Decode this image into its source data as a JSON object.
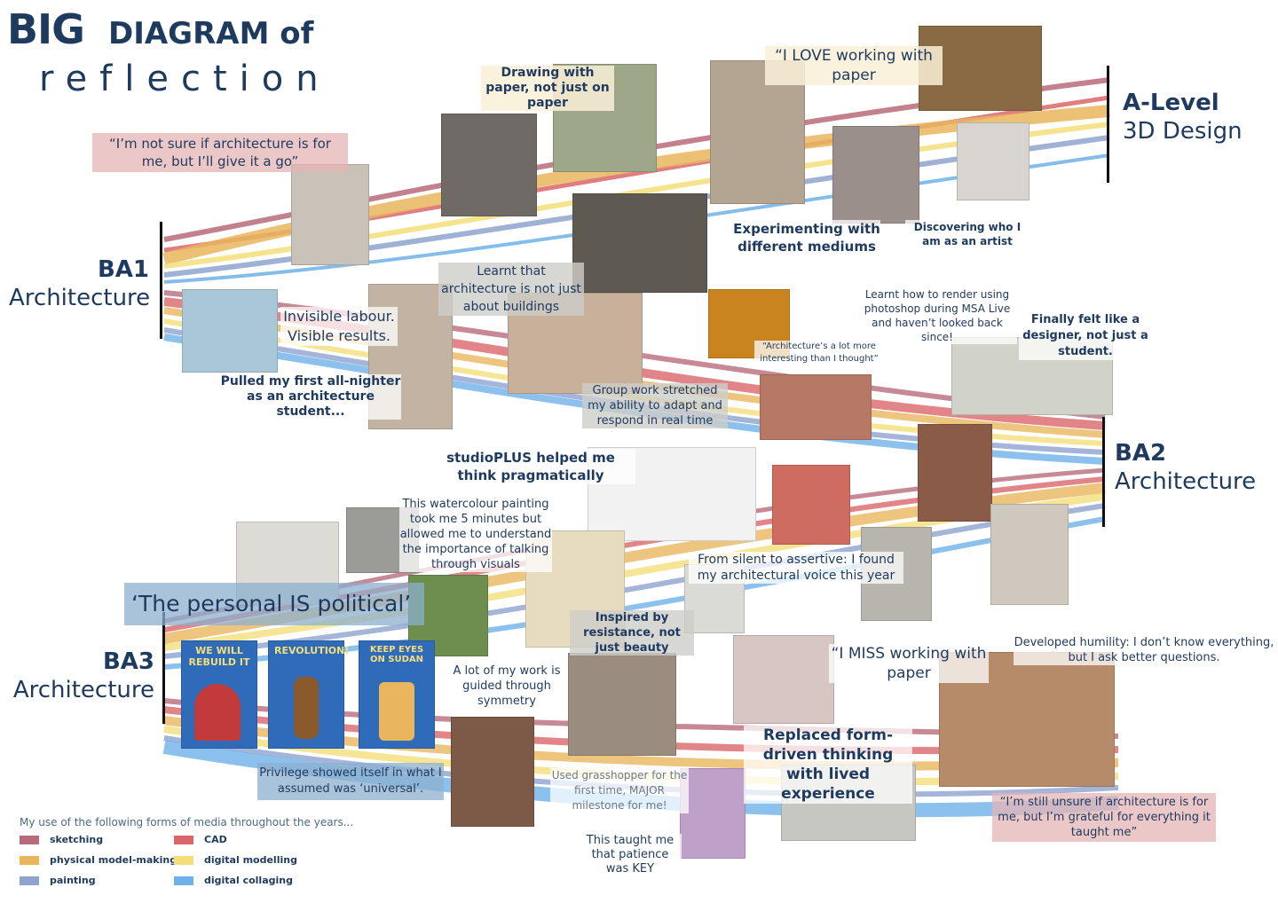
{
  "title": {
    "big": "BIG",
    "diagram": "DIAGRAM of",
    "reflection": "reflection"
  },
  "stages": {
    "alevel": {
      "line1": "A-Level",
      "line2": "3D Design"
    },
    "ba1": {
      "line1": "BA1",
      "line2": "Architecture"
    },
    "ba2": {
      "line1": "BA2",
      "line2": "Architecture"
    },
    "ba3": {
      "line1": "BA3",
      "line2": "Architecture"
    }
  },
  "notes": {
    "unsure_start": "“I’m not sure if architecture is for me, but I’ll give it a go”",
    "drawing_paper": "Drawing with paper, not just on paper",
    "love_paper": "“I LOVE working with paper",
    "experimenting": "Experimenting with different mediums",
    "discovering": "Discovering who I am as an artist",
    "not_just_buildings": "Learnt that architecture is not just about buildings",
    "invisible_labour": "Invisible labour. Visible results.",
    "all_nighter": "Pulled my first all-nighter as an architecture student...",
    "render_photoshop": "Learnt how to render using photoshop during MSA Live and haven’t looked back since!",
    "designer": "Finally felt like a designer, not just a student.",
    "arch_interesting": "“Architecture’s a lot more interesting than I thought”",
    "group_work": "Group work stretched my ability to adapt and respond in real time",
    "studioplus": "studioPLUS helped me think pragmatically",
    "watercolour": "This watercolour painting took me 5 minutes but allowed me to understand the importance of talking through visuals",
    "silent_assertive": "From silent to assertive: I found my architectural voice this year",
    "personal_political": "‘The personal IS political’",
    "inspired_resistance": "Inspired by resistance, not just beauty",
    "symmetry": "A lot of my work is guided through symmetry",
    "miss_paper": "“I MISS working with paper",
    "humility": "Developed humility: I don’t know everything, but I ask better questions.",
    "replaced_form": "Replaced form-driven thinking with lived experience",
    "privilege": "Privilege showed itself in what I assumed was ‘universal’.",
    "grasshopper": "Used grasshopper for the first time, MAJOR milestone for me!",
    "patience": "This taught me that patience was KEY",
    "unsure_end": "“I’m still unsure if architecture is for me, but I’m grateful for everything it taught me”"
  },
  "posters": {
    "p1_top": "WE WILL REBUILD IT",
    "p2_top": "REVOLUTION!",
    "p3_top": "KEEP EYES ON SUDAN"
  },
  "legend": {
    "title": "My use of the following forms of media throughout the years...",
    "items": [
      {
        "label": "sketching",
        "color": "#b86b7a"
      },
      {
        "label": "CAD",
        "color": "#d9666b"
      },
      {
        "label": "physical model-making",
        "color": "#e9b65e"
      },
      {
        "label": "digital modelling",
        "color": "#f3de7a"
      },
      {
        "label": "painting",
        "color": "#8fa3cf"
      },
      {
        "label": "digital collaging",
        "color": "#6fb1e8"
      }
    ]
  },
  "colors": {
    "text": "#1f3a5f",
    "sketching": "#b86b7a",
    "cad": "#d9666b",
    "model": "#e9b65e",
    "digital_model": "#f3de7a",
    "painting": "#8fa3cf",
    "collaging": "#6fb1e8"
  }
}
